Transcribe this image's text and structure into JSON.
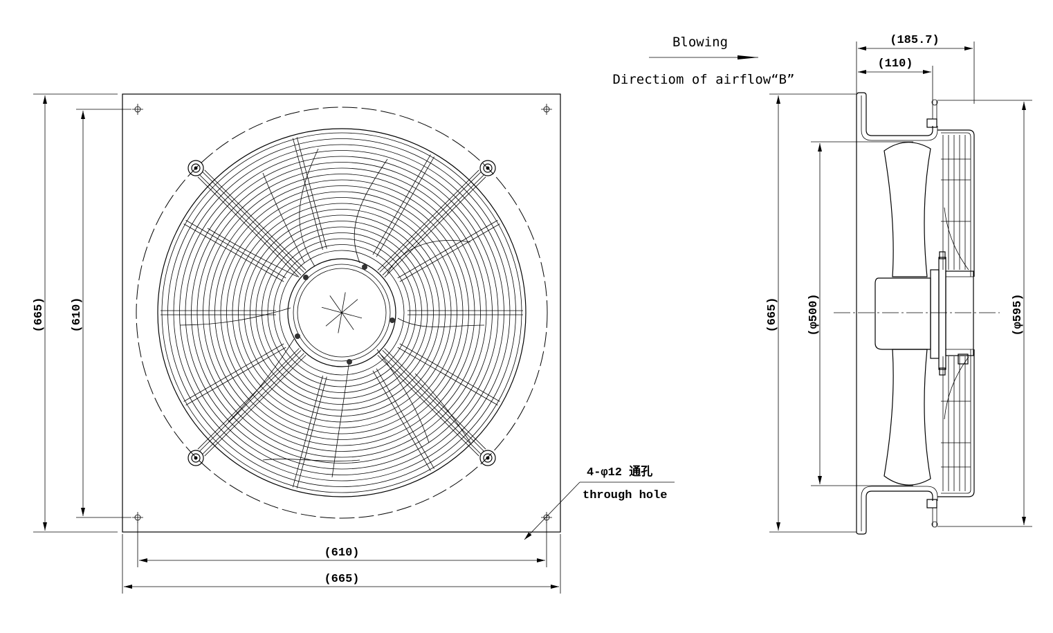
{
  "front_view": {
    "dim_height_outer": "(665)",
    "dim_height_holes": "(610)",
    "dim_width_holes": "(610)",
    "dim_width_outer": "(665)",
    "hole_callout": "4-φ12 通孔",
    "hole_callout_en": "through hole"
  },
  "side_view": {
    "blowing_label": "Blowing",
    "airflow_label": "Directiom of airflow“B”",
    "dim_depth_total": "(185.7)",
    "dim_depth_flange": "(110)",
    "dim_height_outer": "(665)",
    "dim_blade_diameter": "(φ500)",
    "dim_guard_diameter": "(φ595)"
  }
}
